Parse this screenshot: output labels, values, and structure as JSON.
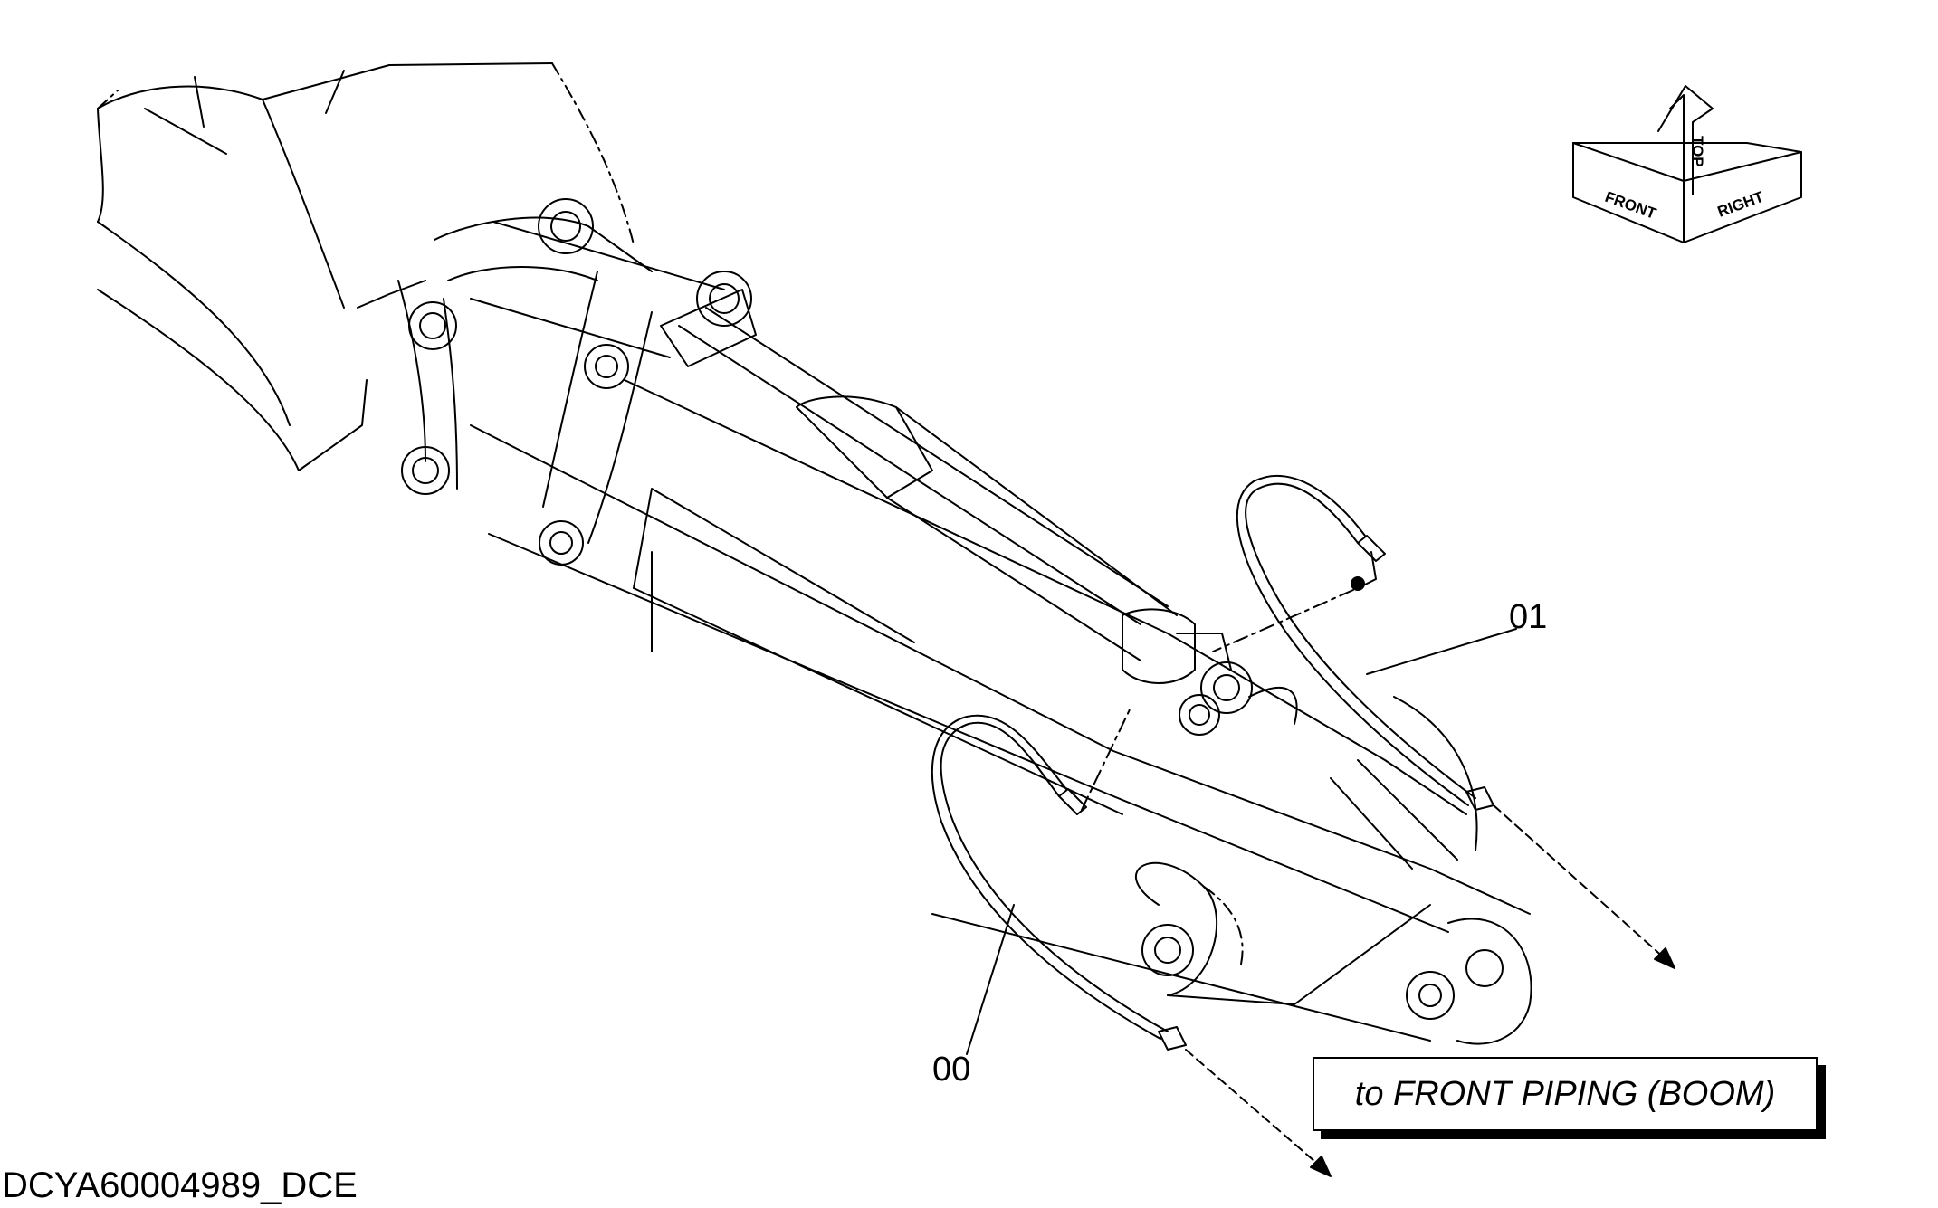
{
  "labels": {
    "part_01": "01",
    "part_00": "00"
  },
  "callout": {
    "text": "to FRONT PIPING (BOOM)"
  },
  "document_id": "DCYA60004989_DCE",
  "orientation_indicator": {
    "front_label": "FRONT",
    "top_label": "TOP",
    "right_label": "RIGHT"
  },
  "colors": {
    "line": "#000000",
    "background": "#ffffff"
  }
}
